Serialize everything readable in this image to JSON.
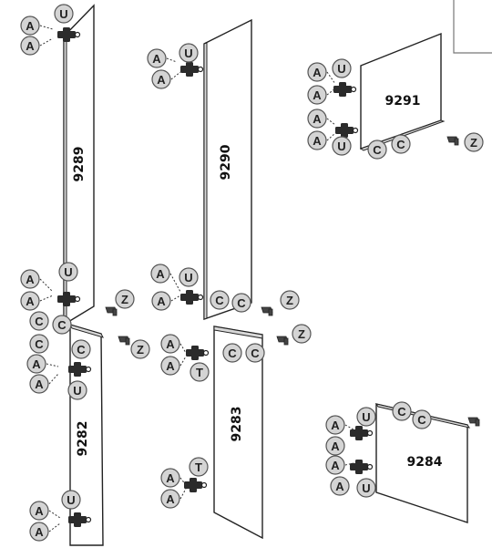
{
  "panels": {
    "p9289": "9289",
    "p9290": "9290",
    "p9291": "9291",
    "p9282": "9282",
    "p9283": "9283",
    "p9284": "9284"
  },
  "legend": {
    "A": "A",
    "U": "U",
    "C": "C",
    "Z": "Z",
    "T": "T"
  }
}
